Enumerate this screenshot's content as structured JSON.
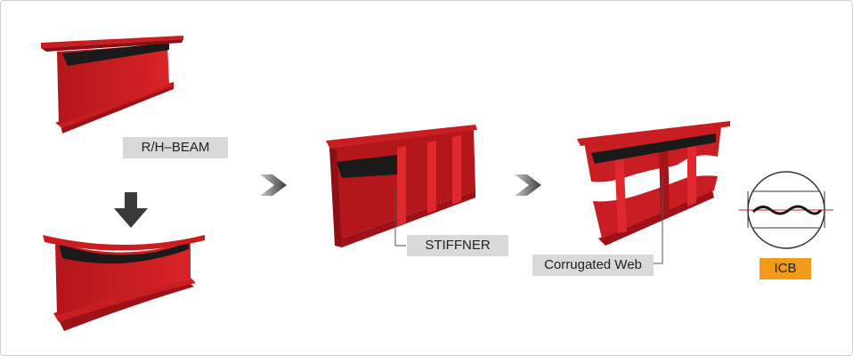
{
  "labels": {
    "rh_beam": "R/H–BEAM",
    "stiffner": "STIFFNER",
    "corrugated_web": "Corrugated Web",
    "icb": "ICB"
  },
  "colors": {
    "beam_red": "#d11f24",
    "beam_dark": "#8e1014",
    "beam_top": "#e5383c",
    "arrow": "#3a3a3a",
    "label_bg": "#d9d9d9",
    "icb_bg": "#f29a1a"
  },
  "icons": [
    "down-arrow-icon",
    "chevron-right-icon",
    "chevron-right-icon"
  ]
}
